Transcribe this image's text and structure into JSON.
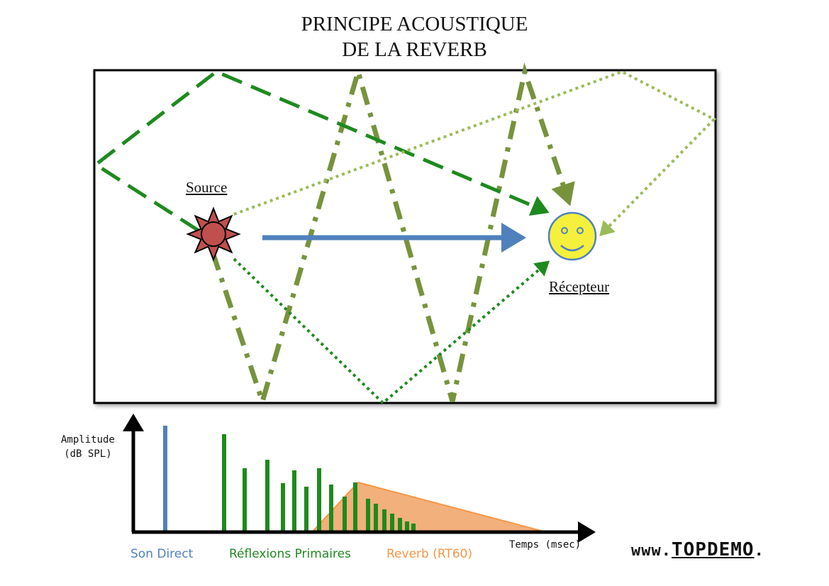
{
  "title": {
    "line1": "PRINCIPE ACOUSTIQUE",
    "line2": "DE LA REVERB"
  },
  "room": {
    "source_label": "Source",
    "receiver_label": "Récepteur"
  },
  "chart": {
    "y_label_line1": "Amplitude",
    "y_label_line2": "(dB SPL)",
    "x_label": "Temps (msec)"
  },
  "legend": {
    "direct": "Son Direct",
    "primary": "Réflexions Primaires",
    "reverb": "Reverb (RT60)"
  },
  "logo": {
    "prefix": "www.",
    "brand": "TOPDEMO",
    "suffix": "."
  },
  "colors": {
    "direct": "#4f81bd",
    "dark_green": "#1e8a1e",
    "olive_green": "#76933c",
    "light_green": "#9bbb59",
    "reverb_fill": "#f2b07c",
    "reverb_line": "#f79646",
    "source_fill": "#c0504d",
    "receiver_fill": "#f5f03c"
  }
}
